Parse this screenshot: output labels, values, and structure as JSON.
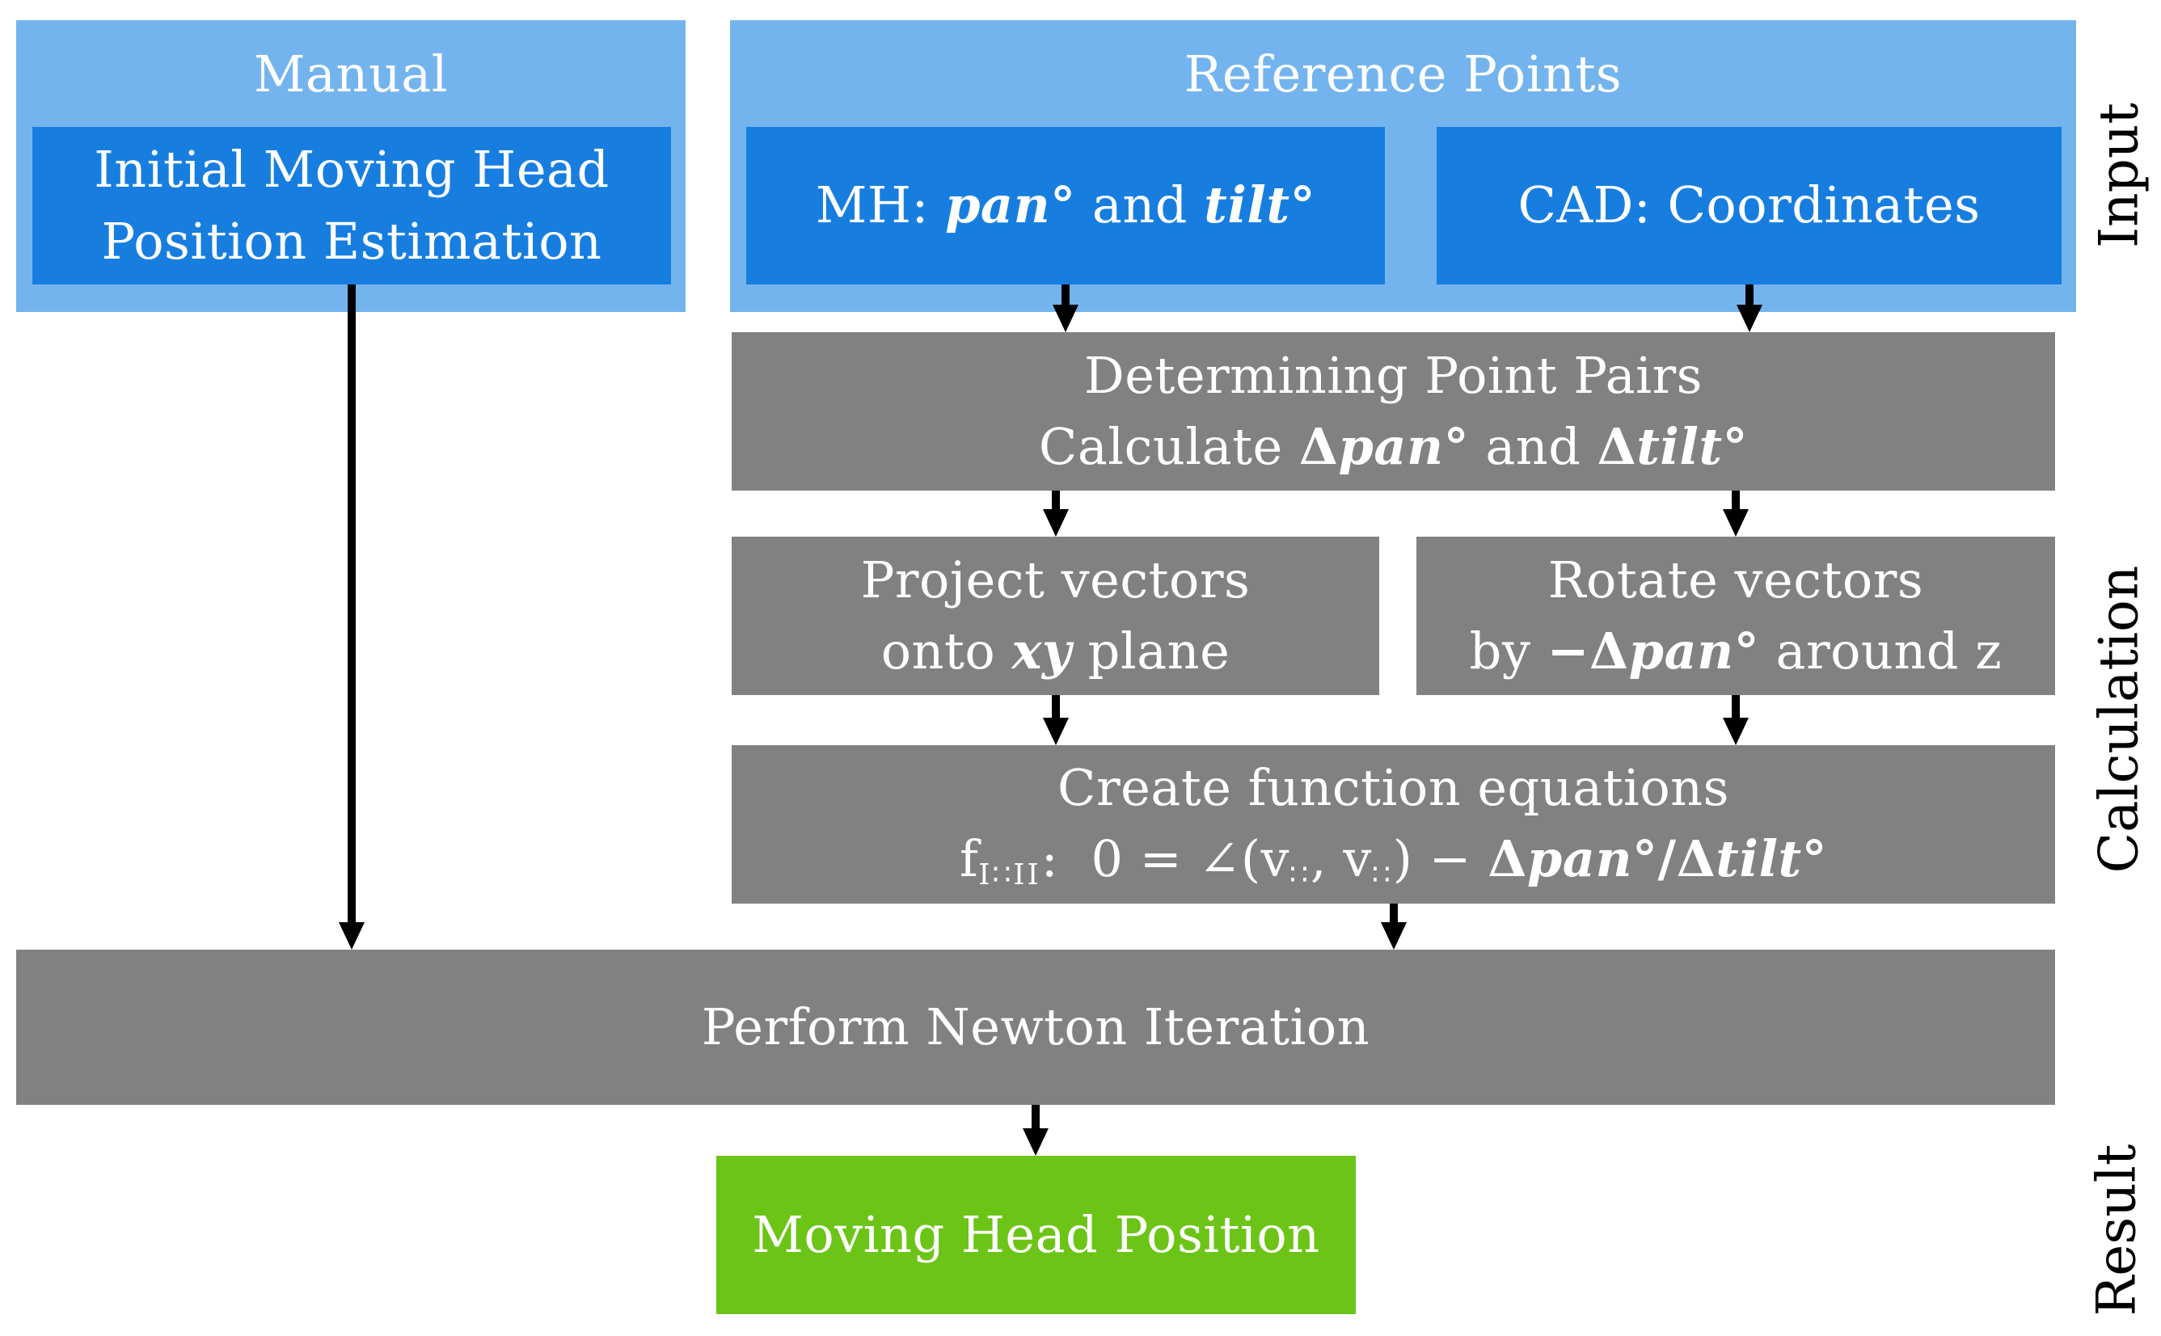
{
  "palette": {
    "light_blue": "#74B4EE",
    "dark_blue": "#177EE0",
    "gray": "#818181",
    "green": "#6CC417",
    "arrow_black": "#000000",
    "box_text": "#FFFFFF",
    "label_text": "#000000"
  },
  "side_labels": {
    "input": "Input",
    "calculation": "Calculation",
    "result": "Result"
  },
  "manual": {
    "title": "Manual",
    "line1": "Initial Moving Head",
    "line2": "Position Estimation"
  },
  "reference": {
    "title": "Reference Points",
    "mh": {
      "prefix": "MH: ",
      "var1": "pan°",
      "mid": " and ",
      "var2": "tilt°"
    },
    "cad": "CAD: Coordinates"
  },
  "determine": {
    "line1": "Determining Point Pairs",
    "prefix": "Calculate ",
    "d1": "Δ",
    "var1": "pan°",
    "mid": " and ",
    "d2": "Δ",
    "var2": "tilt°"
  },
  "project": {
    "line1": "Project vectors",
    "prefix": "onto ",
    "var": "xy",
    "suffix": " plane"
  },
  "rotate": {
    "line1": "Rotate vectors",
    "prefix": "by ",
    "minus_delta": "−Δ",
    "var": "pan°",
    "suffix": " around z"
  },
  "equations": {
    "line1": "Create function equations",
    "f": "f",
    "f_sub": "I∷II",
    "mid1": ":  0 = ∠(",
    "v1": "v",
    "v1_sub": "∷",
    "comma": ", ",
    "v2": "v",
    "v2_sub": "∷",
    "close": ") − ",
    "d1": "Δ",
    "var1": "pan°",
    "slash": "/",
    "d2": "Δ",
    "var2": "tilt°"
  },
  "newton": "Perform Newton Iteration",
  "result_box": "Moving Head Position"
}
